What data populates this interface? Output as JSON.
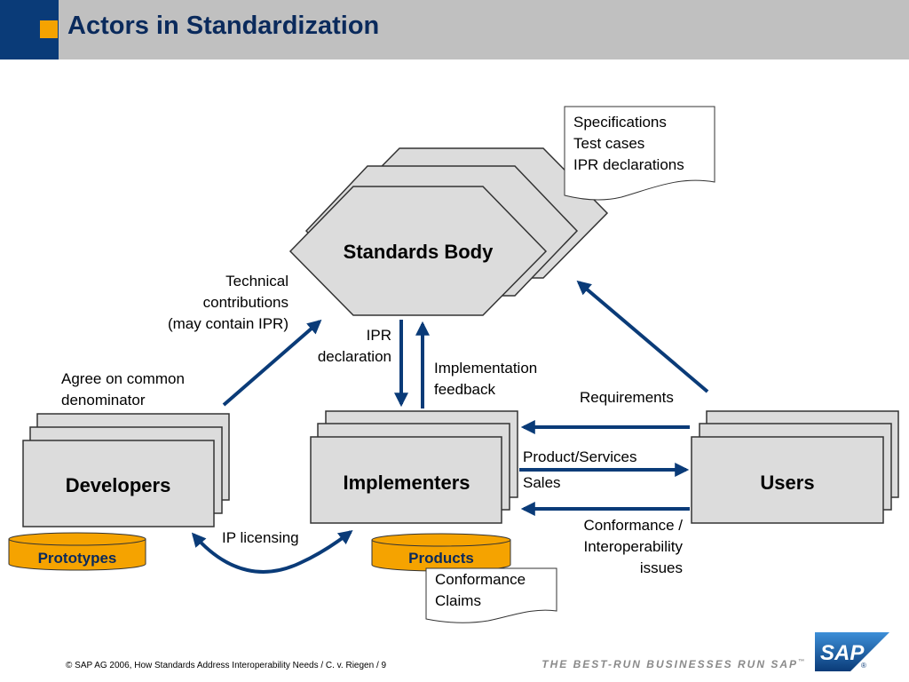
{
  "slide": {
    "title": "Actors in Standardization",
    "footer": "© SAP AG 2006, How Standards Address Interoperability Needs / C. v. Riegen / 9",
    "tagline": "THE BEST-RUN BUSINESSES RUN SAP",
    "tagline_tm": "™",
    "logo_text": "SAP",
    "logo_reg": "®"
  },
  "nodes": {
    "standards_body": "Standards Body",
    "developers": "Developers",
    "implementers": "Implementers",
    "users": "Users",
    "prototypes": "Prototypes",
    "products": "Products"
  },
  "documents": {
    "spec_lines": [
      "Specifications",
      "Test cases",
      "IPR declarations"
    ],
    "claims_lines": [
      "Conformance",
      "Claims"
    ]
  },
  "labels": {
    "technical_contributions": [
      "Technical",
      "contributions",
      "(may contain IPR)"
    ],
    "agree": [
      "Agree on common",
      "denominator"
    ],
    "ipr_declaration": [
      "IPR",
      "declaration"
    ],
    "implementation_feedback": [
      "Implementation",
      "feedback"
    ],
    "requirements": "Requirements",
    "product_services": "Product/Services",
    "sales": "Sales",
    "conformance_issues": [
      "Conformance /",
      "Interoperability",
      "issues"
    ],
    "ip_licensing": "IP licensing"
  },
  "colors": {
    "header_bg": "#c0c0c0",
    "header_blue": "#0a3b78",
    "accent_orange": "#f5a300",
    "title_text": "#0a2a5c",
    "arrow": "#0a3b78",
    "box_fill": "#dcdcdc"
  }
}
